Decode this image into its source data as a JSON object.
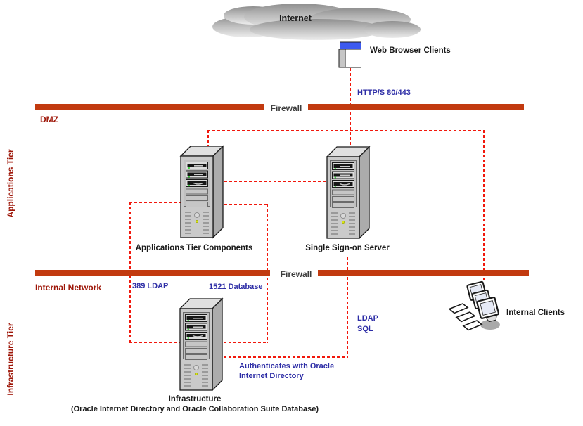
{
  "labels": {
    "internet": "Internet",
    "web_browser_clients": "Web Browser Clients",
    "http_port": "HTTP/S 80/443",
    "firewall_top": "Firewall",
    "firewall_bottom": "Firewall",
    "dmz": "DMZ",
    "applications_tier": "Applications Tier",
    "infrastructure_tier": "Infrastructure Tier",
    "internal_network": "Internal Network",
    "app_server": "Applications Tier Components",
    "sso_server": "Single Sign-on Server",
    "ldap_port": "389 LDAP",
    "db_port": "1521 Database",
    "ldap": "LDAP",
    "sql": "SQL",
    "auth_line1": "Authenticates with Oracle",
    "auth_line2": "Internet Directory",
    "infra_title": "Infrastructure",
    "infra_subtitle": "(Oracle Internet Directory and Oracle Collaboration Suite Database)",
    "internal_clients": "Internal Clients"
  },
  "colors": {
    "firewall_bar": "#c23a0f",
    "red_text": "#9d1507",
    "blue_text": "#2d2da6",
    "dashed_line": "#f1180c",
    "black_text": "#1a1a1a",
    "firewall_text": "#3c3c3c",
    "browser_titlebar": "#3d5af0"
  }
}
